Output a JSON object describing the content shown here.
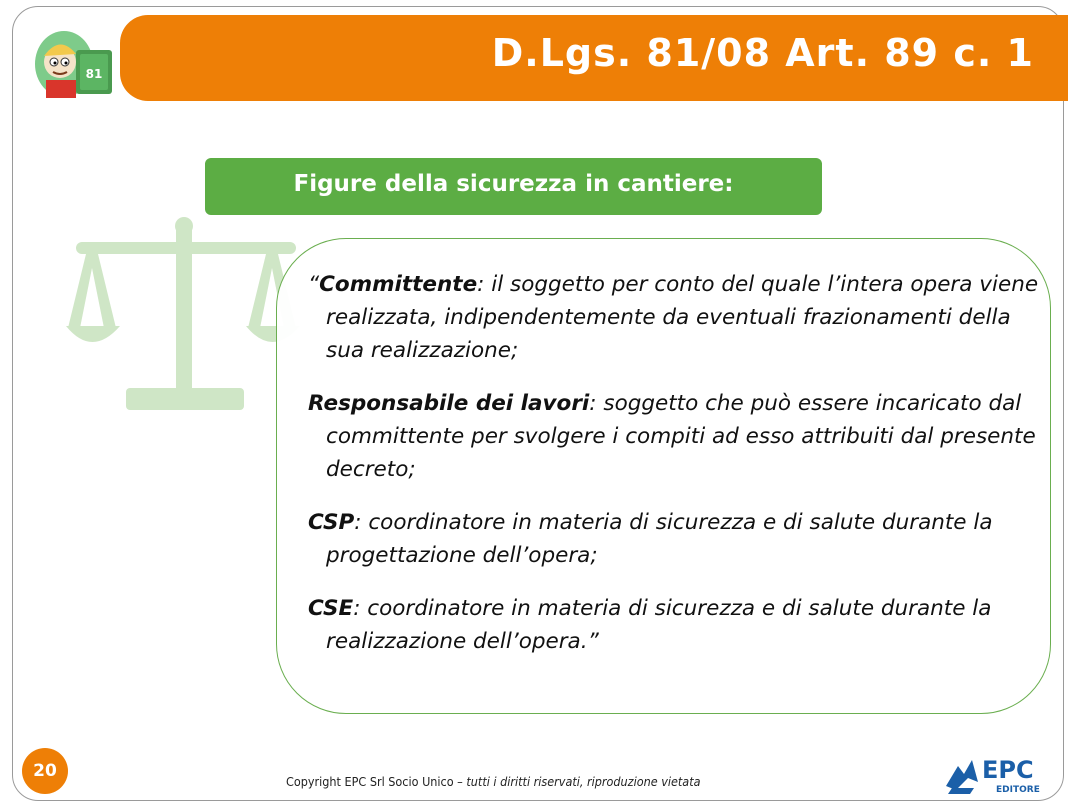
{
  "title": "D.Lgs. 81/08 Art. 89 c. 1",
  "section_heading": "Figure della sicurezza in cantiere:",
  "mascot_badge": "81",
  "definitions": [
    {
      "prefix": "“",
      "term": "Committente",
      "sep": ": ",
      "text": "il soggetto per conto del quale l’intera opera viene realizzata, indipendentemente da eventuali frazionamenti della sua realizzazione;"
    },
    {
      "prefix": "",
      "term": "Responsabile dei lavori",
      "sep": ": ",
      "text": "soggetto che può essere incaricato dal committente per svolgere i compiti ad esso attribuiti dal presente decreto;"
    },
    {
      "prefix": "",
      "term": "CSP",
      "sep": ": ",
      "text": "coordinatore in materia di sicurezza e di salute durante la progettazione dell’opera;"
    },
    {
      "prefix": "",
      "term": "CSE",
      "sep": ": ",
      "text": "coordinatore in materia di sicurezza e di salute durante la realizzazione dell’opera.”"
    }
  ],
  "page_number": "20",
  "copyright_plain": "Copyright EPC Srl Socio Unico – ",
  "copyright_italic": "tutti i diritti riservati, riproduzione vietata",
  "logo": {
    "brand": "EPC",
    "sub": "EDITORE"
  },
  "colors": {
    "accent_orange": "#ee7f06",
    "accent_green": "#5cad44",
    "logo_blue": "#1b5fa8"
  }
}
